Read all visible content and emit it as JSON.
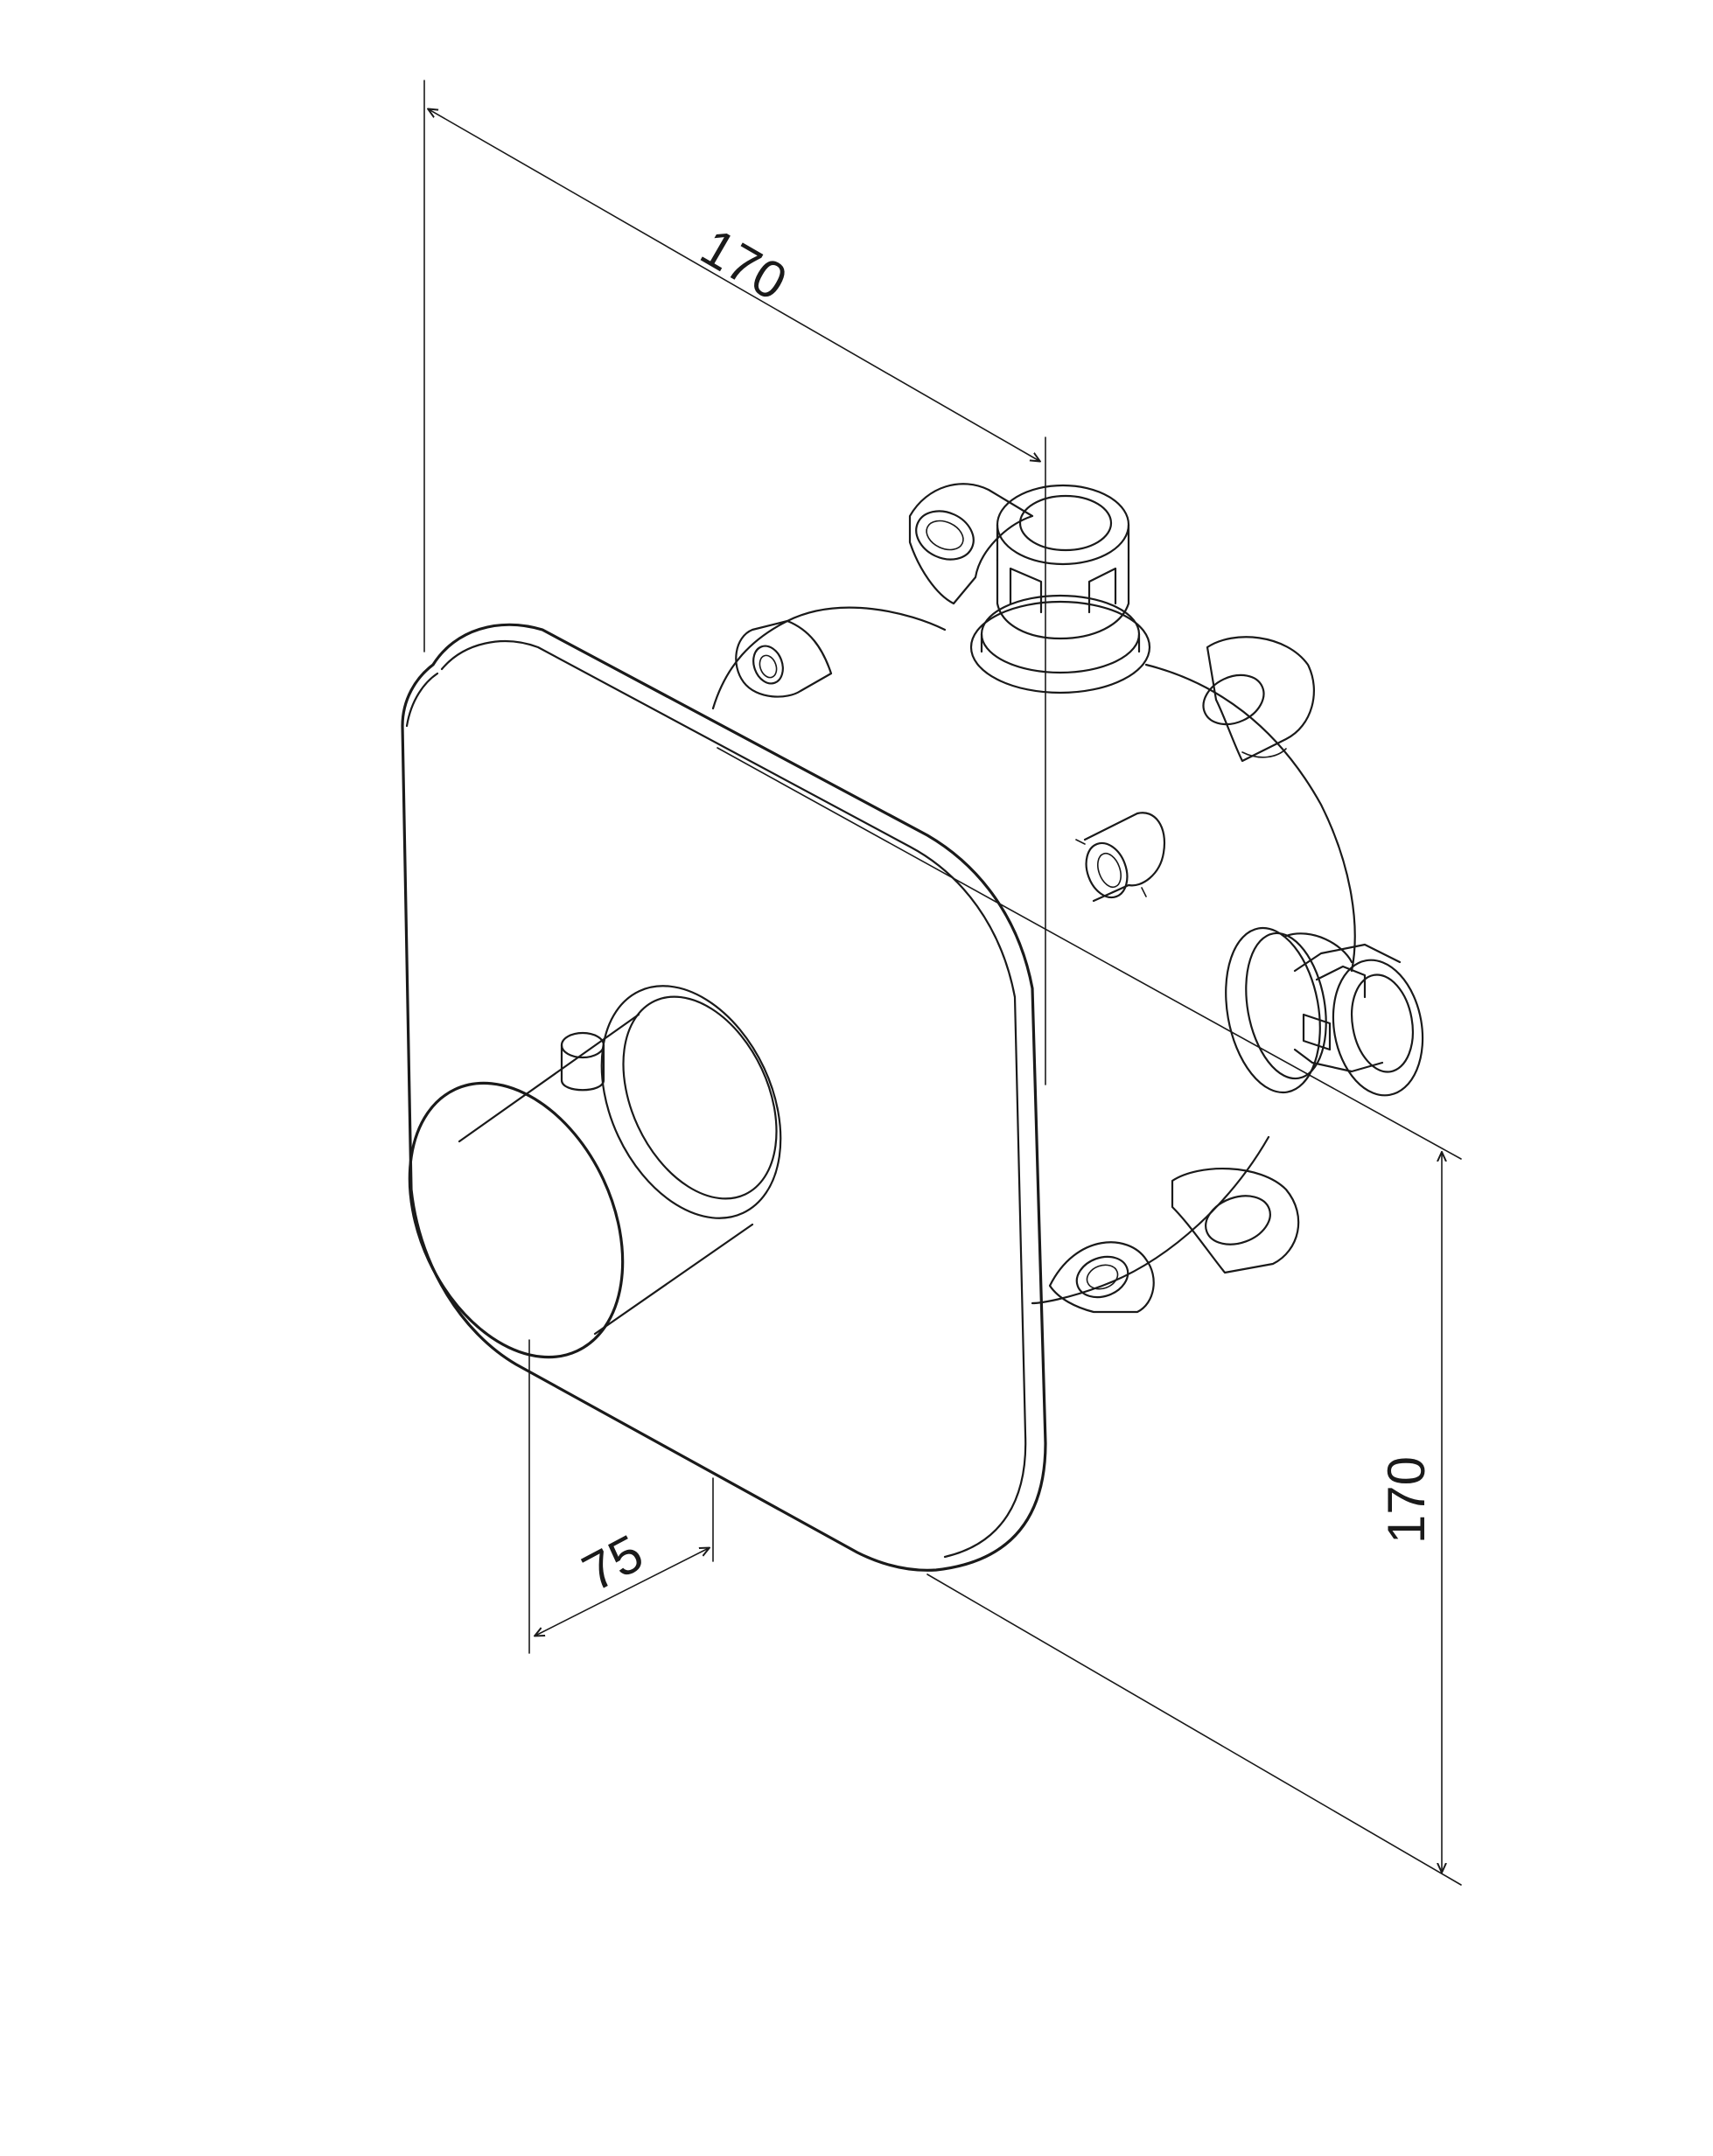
{
  "drawing": {
    "dimensions": {
      "width_label": "170",
      "height_label": "170",
      "depth_label": "75"
    },
    "colors": {
      "line": "#1a1a1a",
      "background": "#ffffff"
    }
  }
}
